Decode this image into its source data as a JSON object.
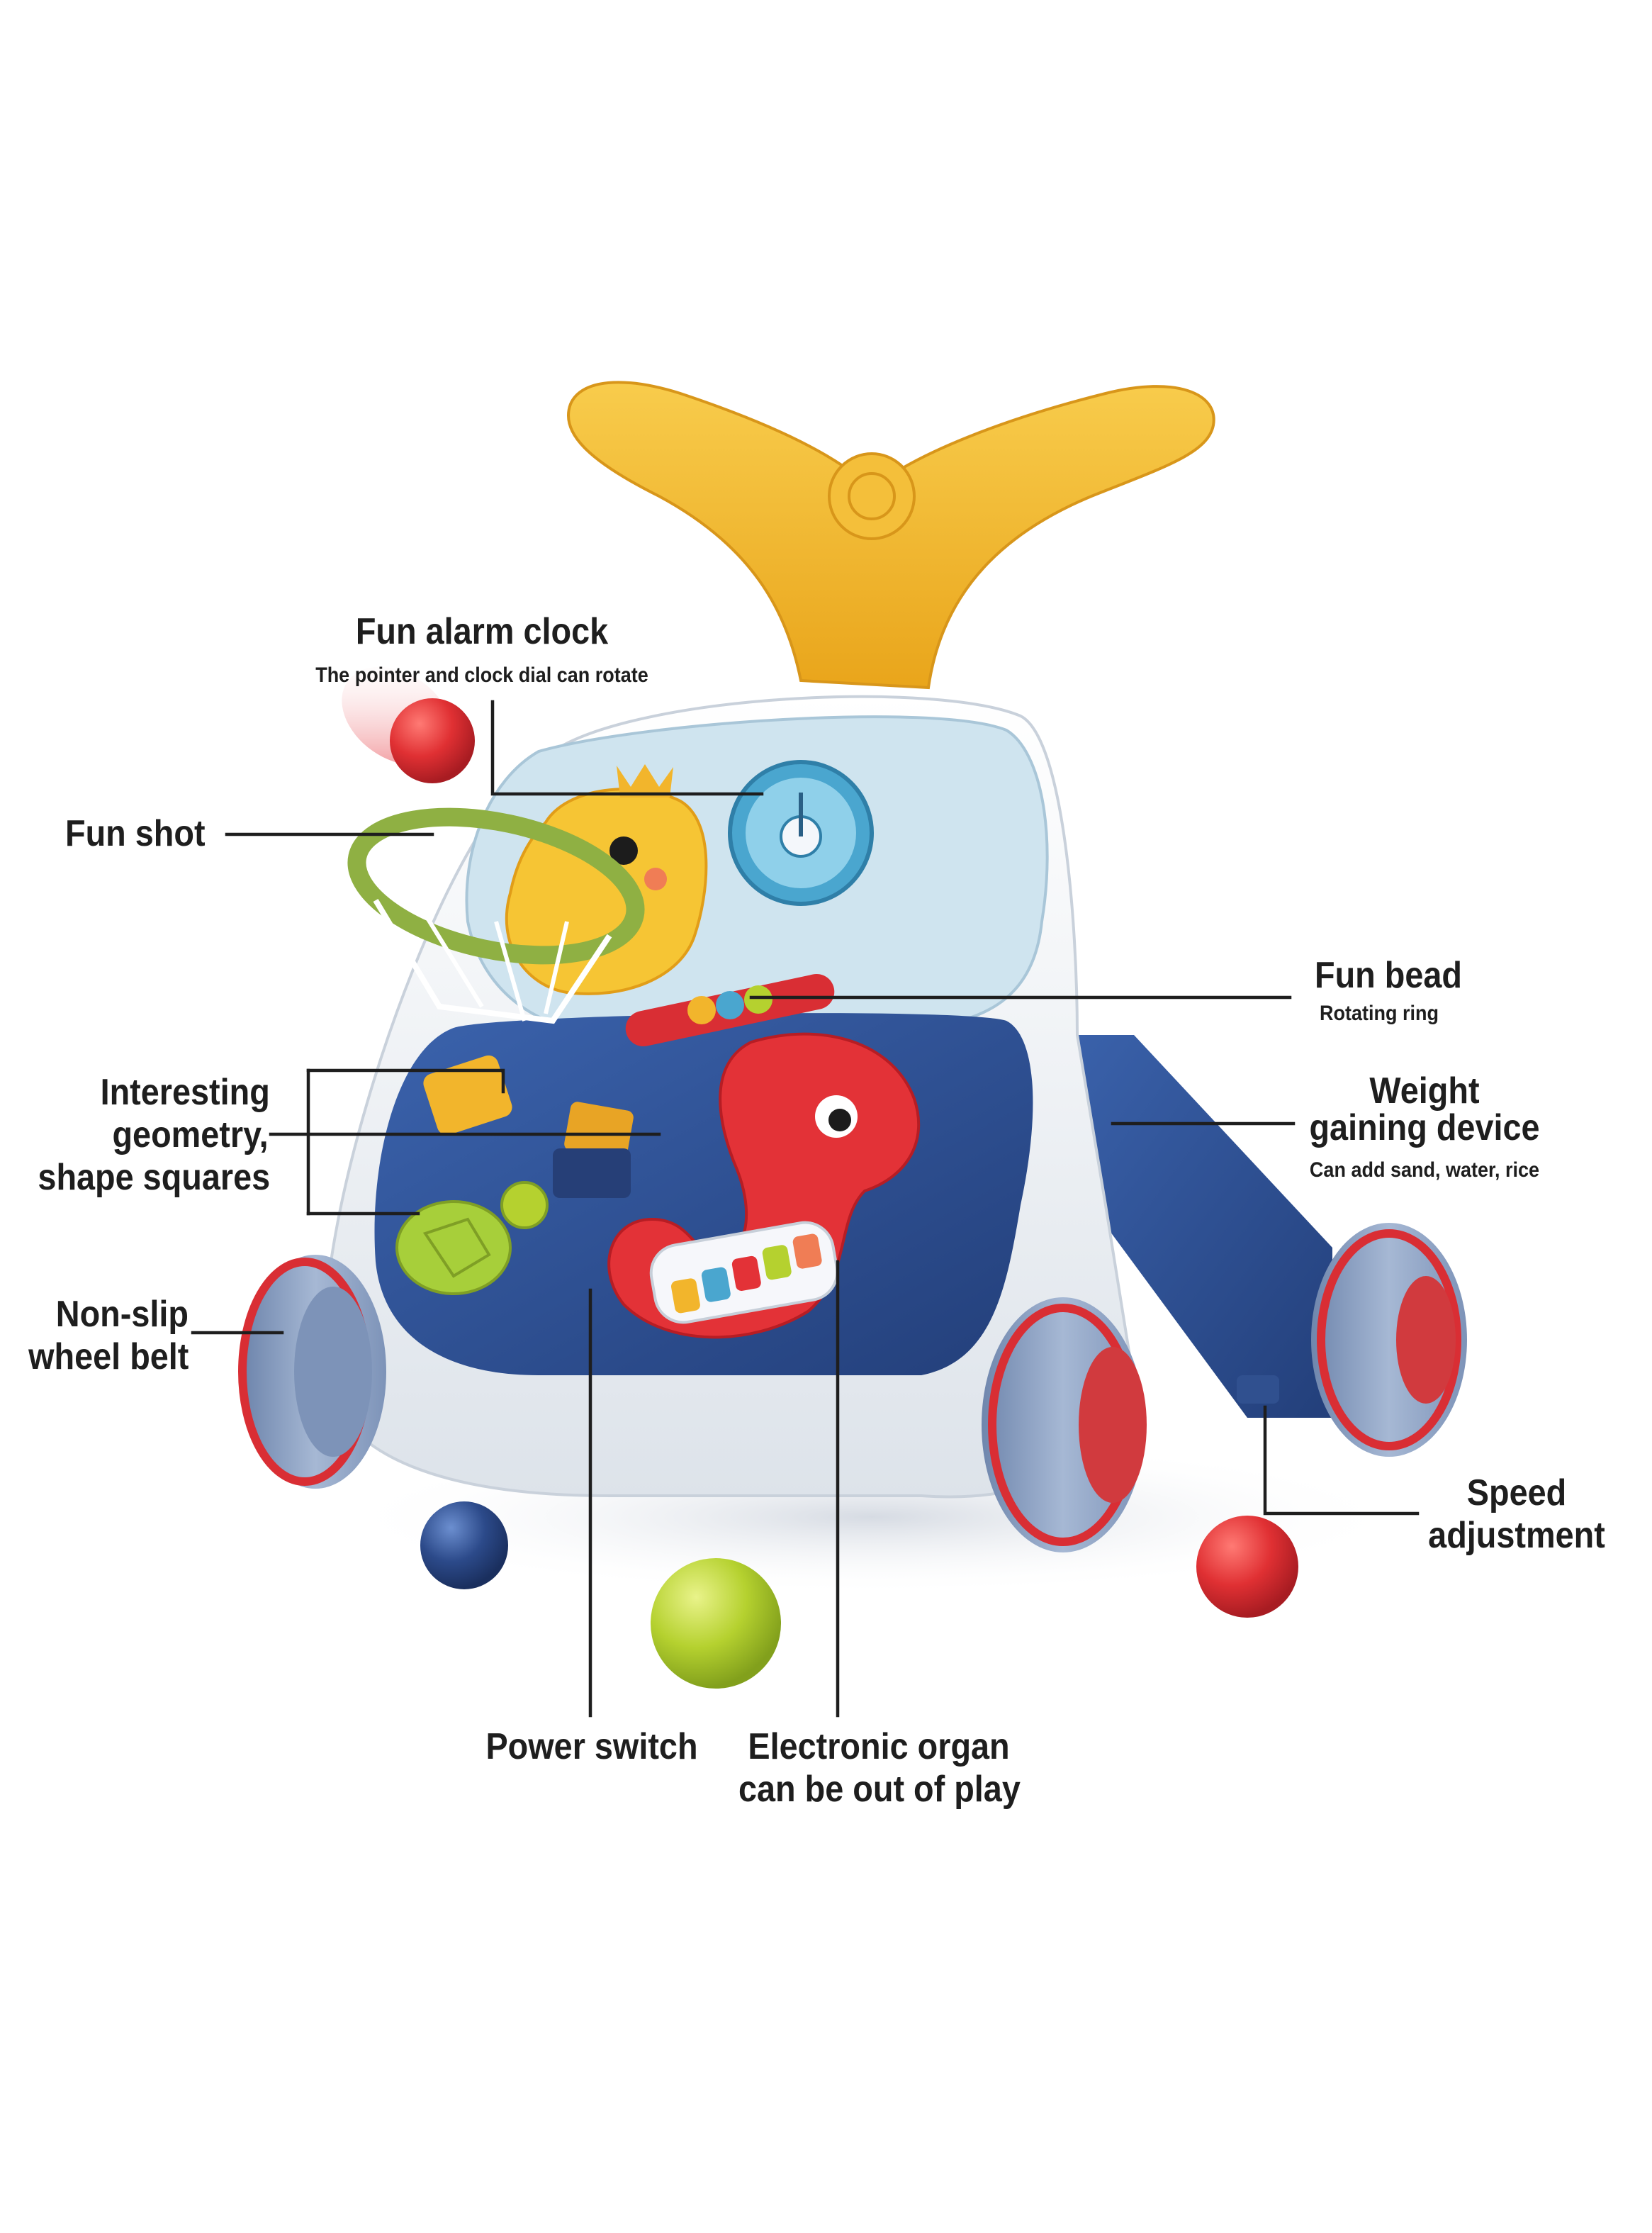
{
  "labels": {
    "fun_alarm_clock": {
      "title": "Fun alarm clock",
      "subtitle": "The pointer and clock dial can rotate"
    },
    "fun_shot": {
      "title": "Fun shot"
    },
    "fun_bead": {
      "title": "Fun bead",
      "subtitle": "Rotating ring"
    },
    "interesting_geometry": {
      "line1": "Interesting",
      "line2": "geometry,",
      "line3": "shape squares"
    },
    "weight_gaining_device": {
      "line1": "Weight",
      "line2": "gaining device",
      "subtitle": "Can add sand, water, rice"
    },
    "non_slip_wheel_belt": {
      "line1": "Non-slip",
      "line2": "wheel belt"
    },
    "speed_adjustment": {
      "line1": "Speed",
      "line2": "adjustment"
    },
    "power_switch": {
      "title": "Power switch"
    },
    "electronic_organ": {
      "line1": "Electronic organ",
      "line2": "can be out of play"
    }
  },
  "colors": {
    "handle_yellow": "#f2b52c",
    "body_white": "#eef1f4",
    "panel_blue": "#2f4e8c",
    "panel_light_blue": "#cfe4ef",
    "accent_red": "#d92e34",
    "wheel_grey_blue": "#8aa0c2",
    "ball_green": "#b5d12f",
    "ball_navy": "#2c4a8a",
    "leader_line": "#1e1e1e"
  }
}
